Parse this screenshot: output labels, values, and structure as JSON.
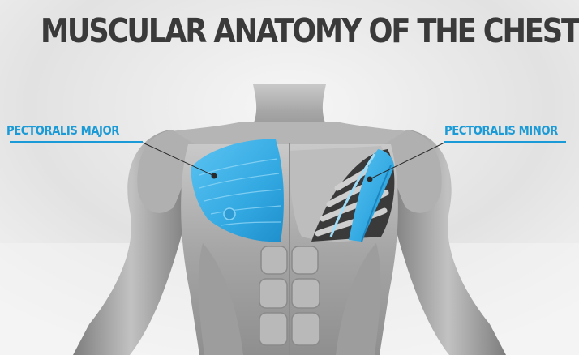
{
  "title": "MUSCULAR ANATOMY OF THE CHEST",
  "labels": {
    "left": "PECTORALIS MAJOR",
    "right": "PECTORALIS MINOR"
  },
  "colors": {
    "highlight": "#3db2ea",
    "label": "#1a9ad6",
    "muscle": "#a9a9a9",
    "title": "#3a3a3a"
  }
}
